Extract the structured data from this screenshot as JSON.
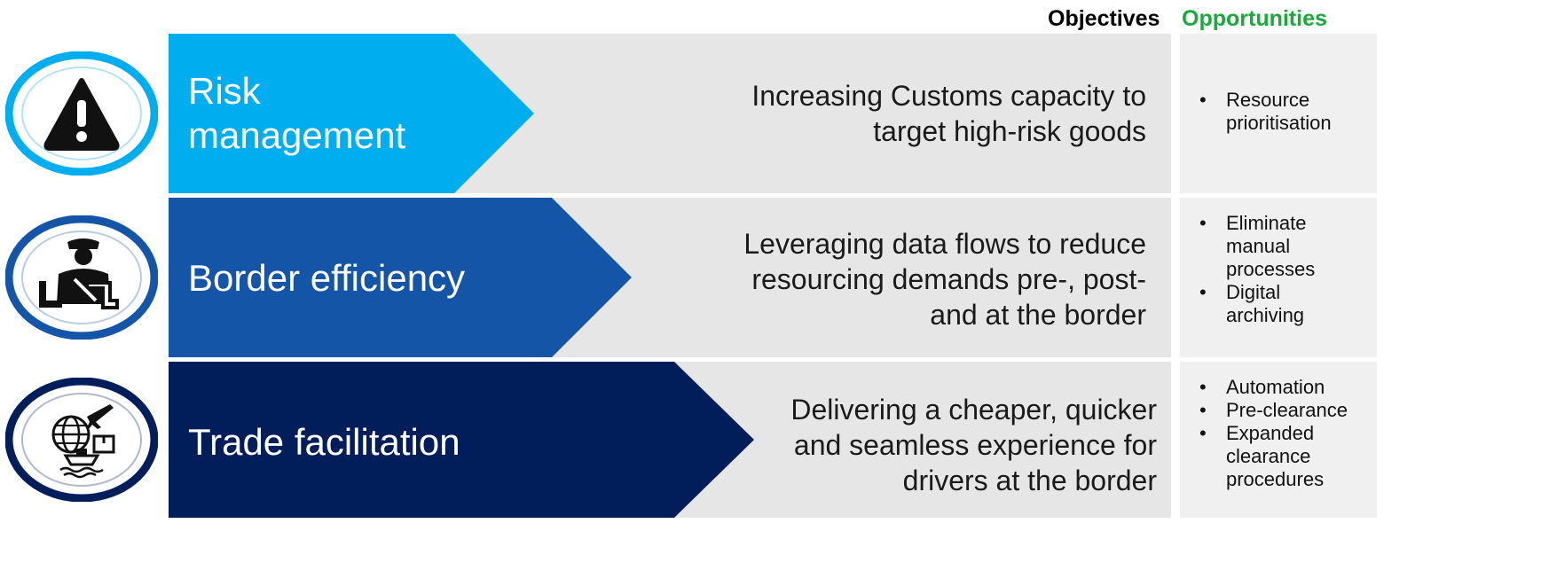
{
  "header": {
    "objectives_label": "Objectives",
    "opportunities_label": "Opportunities"
  },
  "colors": {
    "objectives_header": "#000000",
    "opportunities_header": "#1aaa3c",
    "risk_accent": "#00adef",
    "border_accent": "#1555a8",
    "trade_accent": "#021e5a",
    "panel_bg": "#e6e6e6"
  },
  "rows": [
    {
      "icon": "warning-icon",
      "title_lines": [
        "Risk",
        "management"
      ],
      "objective_lines": [
        "Increasing Customs capacity to",
        "target high-risk goods"
      ],
      "opportunities": [
        {
          "lines": [
            "Resource",
            "prioritisation"
          ]
        }
      ]
    },
    {
      "icon": "customs-officer-icon",
      "title_lines": [
        "Border efficiency"
      ],
      "objective_lines": [
        "Leveraging data flows to reduce",
        "resourcing demands pre-, post-",
        "and at the border"
      ],
      "opportunities": [
        {
          "lines": [
            "Eliminate",
            "manual",
            "processes"
          ]
        },
        {
          "lines": [
            "Digital",
            "archiving"
          ]
        }
      ]
    },
    {
      "icon": "global-trade-icon",
      "title_lines": [
        "Trade facilitation"
      ],
      "objective_lines": [
        "Delivering a cheaper, quicker",
        "and seamless experience for",
        "drivers at the border"
      ],
      "opportunities": [
        {
          "lines": [
            "Automation"
          ]
        },
        {
          "lines": [
            "Pre-clearance"
          ]
        },
        {
          "lines": [
            "Expanded",
            "clearance",
            "procedures"
          ]
        }
      ]
    }
  ]
}
